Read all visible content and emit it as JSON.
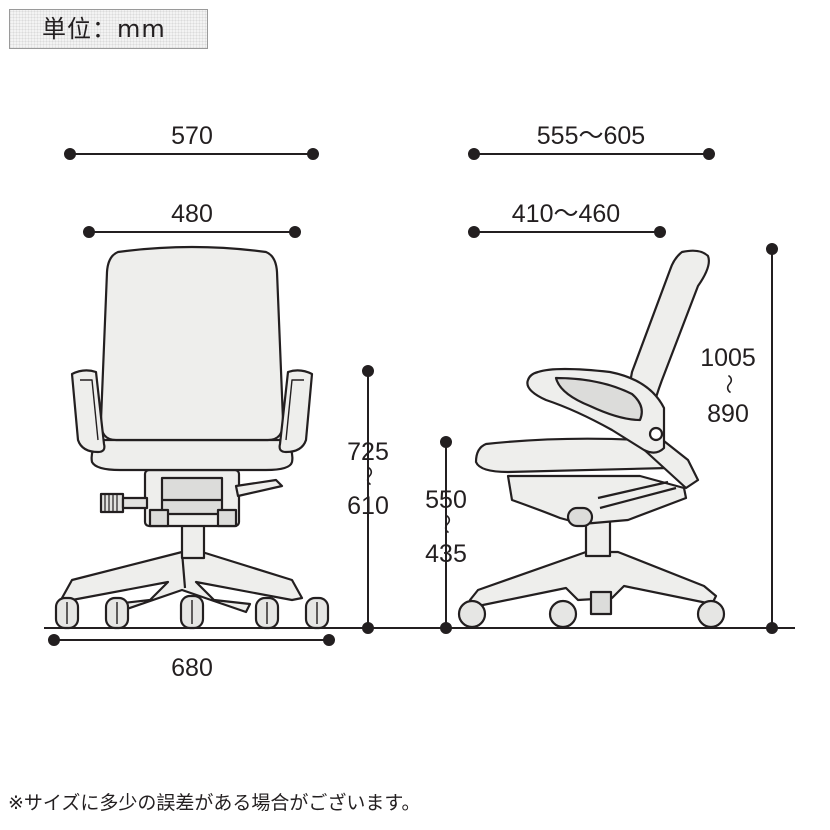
{
  "unit_label": "単位：mm",
  "front_view": {
    "overall_width": "570",
    "seat_width": "480",
    "base_width": "680",
    "armrest_height_max": "725",
    "armrest_height_min": "610",
    "range_sep": "～"
  },
  "side_view": {
    "overall_depth": "555～605",
    "seat_depth": "410～460",
    "seat_height_max": "550",
    "seat_height_min": "435",
    "total_height_max": "1005",
    "total_height_min": "890",
    "range_sep": "～"
  },
  "disclaimer": "※サイズに多少の誤差がある場合がございます。"
}
